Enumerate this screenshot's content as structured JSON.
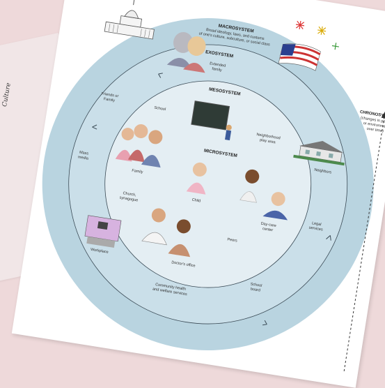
{
  "side_label": "Culture",
  "macrosystem": {
    "title": "MACROSYSTEM",
    "desc_lines": [
      "Broad ideology, laws, and customs",
      "of one's culture, subculture, or social class"
    ]
  },
  "exosystem": {
    "title": "EXOSYSTEM"
  },
  "mesosystem": {
    "title": "MESOSYSTEM"
  },
  "microsystem": {
    "title": "MICROSYSTEM"
  },
  "chronosystem": {
    "title": "CHRONOSYSTEM",
    "desc_lines": [
      "(changes in person",
      "or environment",
      "over time)"
    ]
  },
  "exo_items": {
    "extended_family": [
      "Extended",
      "family"
    ],
    "friends_family": [
      "Friends or",
      "Family"
    ],
    "mass_media": [
      "Mass",
      "media"
    ],
    "neighbors": "Neighbors",
    "legal_services": [
      "Legal",
      "services"
    ],
    "workplace": "Workplace",
    "community_health": [
      "Community health",
      "and welfare services"
    ]
  },
  "meso_items": {
    "school": "School",
    "neighborhood": [
      "Neighborhood",
      "play area"
    ],
    "church": [
      "Church,",
      "synagogue"
    ],
    "peers": "Peers",
    "school_board": [
      "School",
      "board"
    ],
    "doctors_office": "Doctor's office"
  },
  "micro_items": {
    "family": "Family",
    "child": "Child",
    "daycare": [
      "Day-care",
      "center"
    ]
  },
  "colors": {
    "outer_ring": "#b9d4e0",
    "mid_ring": "#cadfe9",
    "inner_disc": "#e4eef3",
    "line": "#3a4a55"
  }
}
